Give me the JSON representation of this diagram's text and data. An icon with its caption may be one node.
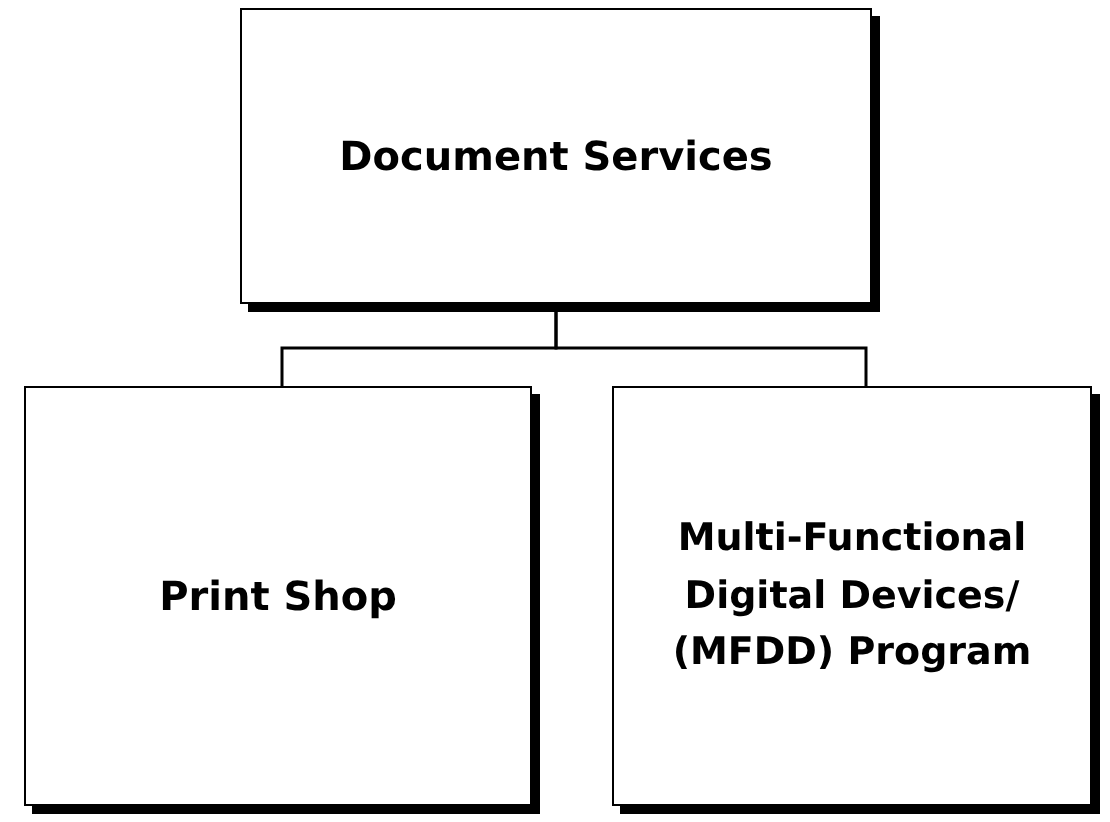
{
  "diagram": {
    "nodes": [
      {
        "text": [
          "Document Services"
        ]
      },
      {
        "text": [
          "Print Shop"
        ]
      },
      {
        "text": [
          "Multi-Functional Digital Devices/ (MFDD) Program"
        ]
      }
    ],
    "edges": [
      {
        "from": 0,
        "to": 1,
        "arrow": "none"
      },
      {
        "from": 0,
        "to": 2,
        "arrow": "none"
      }
    ]
  }
}
